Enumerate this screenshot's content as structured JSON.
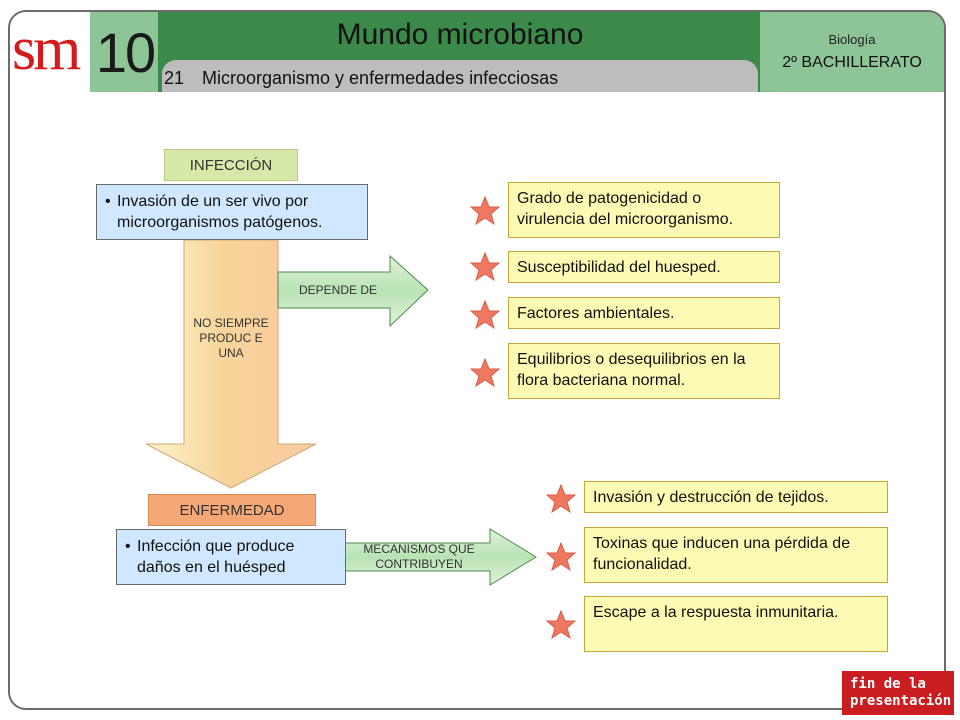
{
  "header": {
    "logo": "sm",
    "unit_number": "10",
    "title": "Mundo microbiano",
    "lesson_number": "21",
    "lesson_title": "Microorganismo y enfermedades infecciosas",
    "subject": "Biología",
    "level": "2º BACHILLERATO"
  },
  "diagram": {
    "infection_label": "INFECCIÓN",
    "infection_definition": "Invasión de un ser vivo por microorganismos patógenos.",
    "down_arrow_text": "NO SIEMPRE PRODUC E UNA",
    "depends_label": "DEPENDE DE",
    "factors": [
      "Grado de patogenicidad o virulencia del microorganismo.",
      "Susceptibilidad del huesped.",
      "Factores ambientales.",
      "Equilibrios o desequilibrios en la flora bacteriana normal."
    ],
    "disease_label": "ENFERMEDAD",
    "disease_definition": "Infección que produce daños en el huésped",
    "mechanisms_label": "MECANISMOS QUE CONTRIBUYEN",
    "mechanisms": [
      "Invasión y destrucción de tejidos.",
      "Toxinas que inducen una pérdida de funcionalidad.",
      "Escape a la respuesta inmunitaria."
    ]
  },
  "footer": {
    "end_button_line1": "fin de la",
    "end_button_line2": "presentación"
  },
  "colors": {
    "header_green": "#3b8a4a",
    "light_green": "#8dc596",
    "definition_blue": "#cfe8ff",
    "item_yellow": "#fdfab3",
    "star_orange": "#f07860",
    "end_red": "#c91d22"
  }
}
